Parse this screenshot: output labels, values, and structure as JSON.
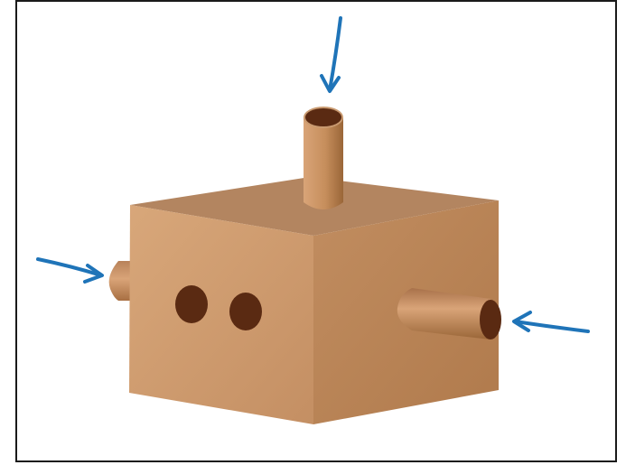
{
  "figure": {
    "frame_color": "#1a1a1a",
    "background": "#ffffff",
    "arrow_color": "#1f74b8",
    "colors": {
      "front_face_light": "#d8a77a",
      "front_face_dark": "#c48f63",
      "side_face_light": "#c18d60",
      "side_face_dark": "#b07a4c",
      "top_face": "#b38560",
      "hole": "#5a2a12",
      "peg_light": "#d9a478",
      "peg_dark": "#9a6638"
    },
    "parts": [
      {
        "id": "top-peg",
        "icon": "cylinder-icon"
      },
      {
        "id": "left-peg",
        "icon": "cylinder-icon"
      },
      {
        "id": "right-peg",
        "icon": "cylinder-icon"
      },
      {
        "id": "front-hole-1",
        "icon": "hole-icon"
      },
      {
        "id": "front-hole-2",
        "icon": "hole-icon"
      }
    ],
    "arrows": [
      {
        "id": "arrow-top",
        "icon": "arrow-icon"
      },
      {
        "id": "arrow-left",
        "icon": "arrow-icon"
      },
      {
        "id": "arrow-right",
        "icon": "arrow-icon"
      }
    ]
  }
}
